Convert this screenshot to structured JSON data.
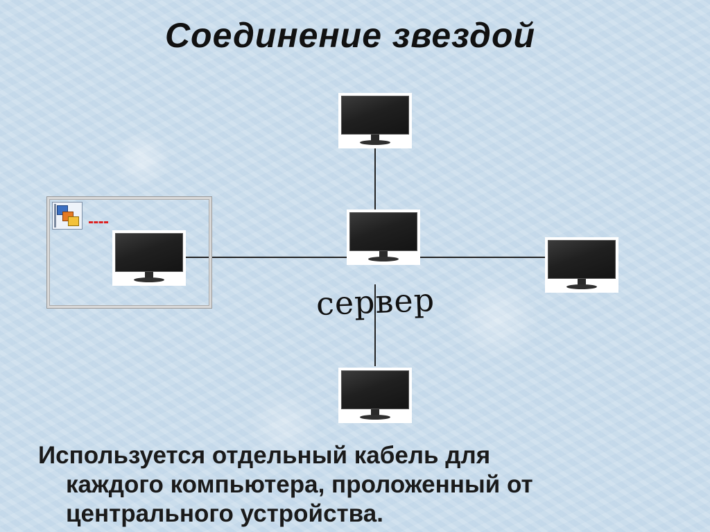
{
  "slide": {
    "title": "Соединение звездой",
    "server_label": "сервер",
    "description_lines": [
      "Используется отдельный кабель для",
      "каждого компьютера, проложенный от",
      "центрального устройства."
    ]
  },
  "topology": {
    "nodes": [
      "top",
      "left",
      "center",
      "right",
      "bottom"
    ],
    "center_node": "center",
    "connections": [
      [
        "center",
        "top"
      ],
      [
        "center",
        "left"
      ],
      [
        "center",
        "right"
      ],
      [
        "center",
        "bottom"
      ]
    ]
  },
  "icons": {
    "computer": "monitor-icon",
    "group": "group-objects-icon"
  },
  "colors": {
    "background": "#c9dcec",
    "wire": "#222222",
    "screen": "#1e1e1e",
    "dash_marker": "#dd2222"
  }
}
